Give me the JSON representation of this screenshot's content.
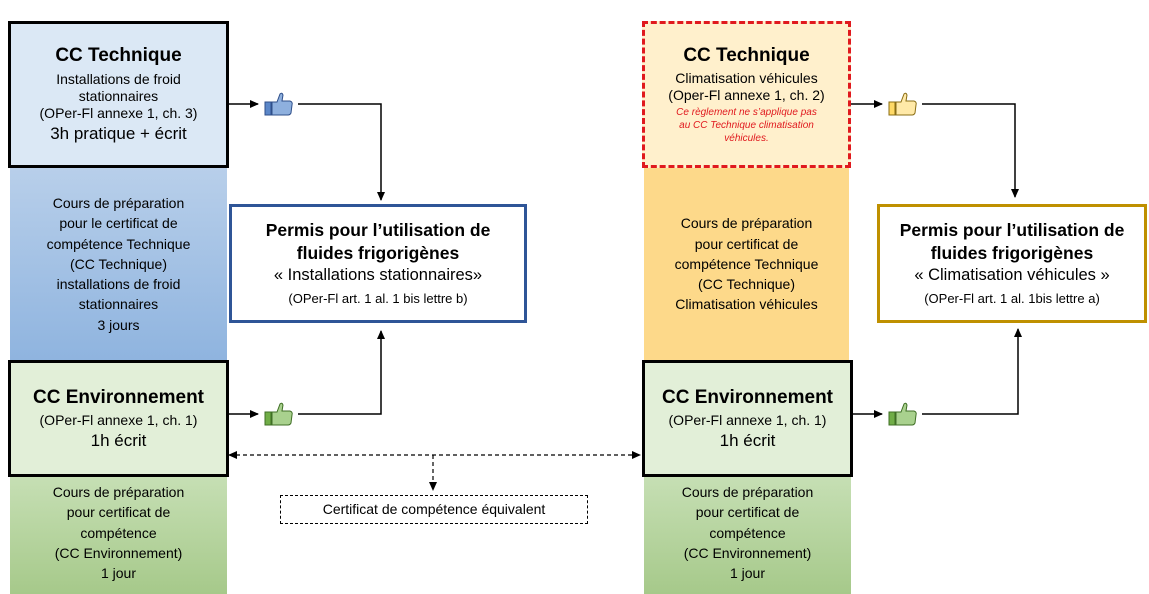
{
  "colors": {
    "left_technique_fill": "#dbe8f5",
    "left_technique_course": "#8fb4df",
    "env_fill": "#e2efd8",
    "env_course": "#a6c98a",
    "right_technique_fill": "#fff0cc",
    "right_technique_course": "#fdd98a",
    "left_permit_border": "#2f5597",
    "right_permit_border": "#bf9000",
    "note_red": "#e0191e",
    "thumb_blue": "#5b87c8",
    "thumb_green": "#70ad47",
    "thumb_yellow": "#ffd966"
  },
  "left": {
    "technique": {
      "title": "CC Technique",
      "line1": "Installations de froid",
      "line2": "stationnaires",
      "line3": "(OPer-Fl annexe 1, ch. 3)",
      "exam": "3h pratique + écrit"
    },
    "technique_course": [
      "Cours de préparation",
      "pour le certificat de",
      "compétence Technique",
      "(CC Technique)",
      "installations de froid",
      "stationnaires",
      "3 jours"
    ],
    "environnement": {
      "title": "CC Environnement",
      "ref": "(OPer-Fl annexe 1, ch. 1)",
      "exam": "1h écrit"
    },
    "environnement_course": [
      "Cours de préparation",
      "pour certificat de",
      "compétence",
      "(CC Environnement)",
      "1 jour"
    ],
    "permit": {
      "title_line1": "Permis pour l’utilisation de",
      "title_line2": "fluides frigorigènes",
      "subtitle": "« Installations stationnaires»",
      "ref": "(OPer-Fl art. 1 al. 1 bis lettre b)"
    }
  },
  "right": {
    "technique": {
      "title": "CC Technique",
      "line1": "Climatisation véhicules",
      "line2": "(Oper-Fl annexe 1, ch. 2)",
      "note": [
        "Ce règlement ne s’applique pas",
        "au CC Technique climatisation",
        "véhicules."
      ]
    },
    "technique_course": [
      "Cours de préparation",
      "pour certificat de",
      "compétence Technique",
      "(CC Technique)",
      "Climatisation véhicules"
    ],
    "environnement": {
      "title": "CC Environnement",
      "ref": "(OPer-Fl annexe 1, ch. 1)",
      "exam": "1h écrit"
    },
    "environnement_course": [
      "Cours de préparation",
      "pour certificat de",
      "compétence",
      "(CC Environnement)",
      "1 jour"
    ],
    "permit": {
      "title_line1": "Permis pour l’utilisation de",
      "title_line2": "fluides frigorigènes",
      "subtitle": "« Climatisation véhicules »",
      "ref": "(OPer-Fl art. 1 al. 1bis lettre a)"
    }
  },
  "equivalence_label": "Certificat de compétence équivalent",
  "icons": {
    "thumb": "thumbs-up-icon"
  }
}
